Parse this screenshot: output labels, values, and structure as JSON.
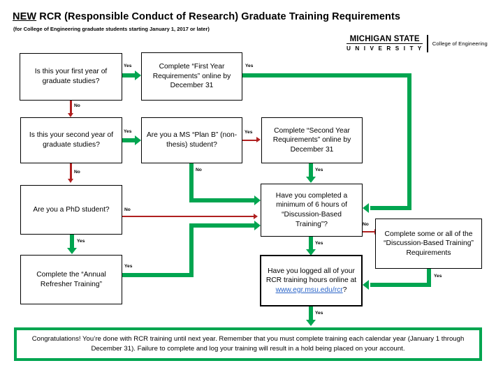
{
  "header": {
    "title_prefix": "NEW",
    "title_rest": " RCR (Responsible Conduct of Research) Graduate Training Requirements",
    "subtitle": "(for College of Engineering graduate students starting January 1, 2017 or later)"
  },
  "logo": {
    "line1": "MICHIGAN STATE",
    "line2": "U N I V E R S I T Y",
    "unit": "College of Engineering"
  },
  "colors": {
    "yes_green": "#00A550",
    "no_red": "#B02020",
    "box_border": "#000000",
    "link": "#2a64c8"
  },
  "nodes": [
    {
      "id": "q-first-year",
      "text": "Is this your first year of graduate studies?"
    },
    {
      "id": "a-first-year-req",
      "text": "Complete “First Year Requirements” online by December 31"
    },
    {
      "id": "q-second-year",
      "text": "Is this your second year of graduate studies?"
    },
    {
      "id": "q-ms-plan-b",
      "text": "Are you a MS “Plan B” (non-thesis) student?"
    },
    {
      "id": "a-second-year-req",
      "text": "Complete “Second Year Requirements” online by December 31"
    },
    {
      "id": "q-phd-student",
      "text": "Are you a PhD student?"
    },
    {
      "id": "q-discussion-hours",
      "text": "Have you completed a minimum of 6 hours of “Discussion-Based Training”?"
    },
    {
      "id": "a-annual-refresher",
      "text": "Complete the “Annual Refresher Training”"
    },
    {
      "id": "a-discussion-req",
      "text": "Complete some or all of the “Discussion-Based Training” Requirements"
    },
    {
      "id": "q-logged-hours",
      "text_before": "Have you logged all of your RCR training hours online at ",
      "link_text": "www.egr.msu.edu/rcr",
      "text_after": "?"
    },
    {
      "id": "final-congrats",
      "line1": "Congratulations! You’re done with RCR training until next year. Remember that you must complete training each calendar year",
      "line2": "(January 1 through December 31). Failure to complete and log your training will result in a hold being placed on your account."
    }
  ],
  "edges": {
    "yes": "Yes",
    "no": "No",
    "labels": [
      {
        "id": "e1-yes",
        "value": "Yes"
      },
      {
        "id": "e1-no",
        "value": "No"
      },
      {
        "id": "e2-yes",
        "value": "Yes"
      },
      {
        "id": "e3-yes",
        "value": "Yes"
      },
      {
        "id": "e3-no",
        "value": "No"
      },
      {
        "id": "e4-yes",
        "value": "Yes"
      },
      {
        "id": "e4-no",
        "value": "No"
      },
      {
        "id": "e5-yes",
        "value": "Yes"
      },
      {
        "id": "e5-no",
        "value": "No"
      },
      {
        "id": "e6-yes",
        "value": "Yes"
      },
      {
        "id": "e7-yes",
        "value": "Yes"
      },
      {
        "id": "e7-no",
        "value": "No"
      },
      {
        "id": "e8-yes",
        "value": "Yes"
      },
      {
        "id": "e9-yes",
        "value": "Yes"
      },
      {
        "id": "e10-yes",
        "value": "Yes"
      }
    ]
  }
}
